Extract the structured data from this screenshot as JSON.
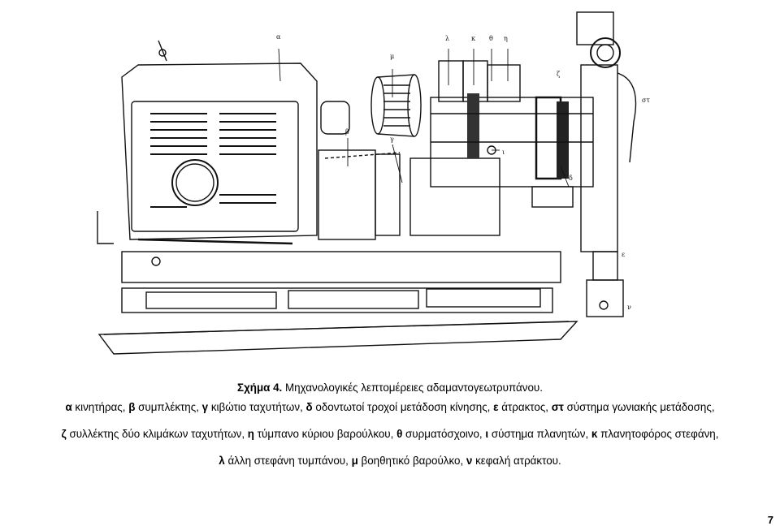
{
  "figure": {
    "callouts": {
      "a": "α",
      "b": "β",
      "g": "γ",
      "d": "δ",
      "e": "ε",
      "st": "στ",
      "z": "ζ",
      "h": "η",
      "th": "θ",
      "i": "ι",
      "k": "κ",
      "l": "λ",
      "m": "μ",
      "n": "ν"
    }
  },
  "caption": {
    "title_bold": "Σχήμα 4.",
    "title_rest": " Μηχανολογικές λεπτομέρειες αδαμαντογεωτρυπάνου.",
    "lines": [
      [
        {
          "k": "α",
          "t": " κινητήρας, "
        },
        {
          "k": "β",
          "t": " συμπλέκτης, "
        },
        {
          "k": "γ",
          "t": " κιβώτιο ταχυτήτων, "
        },
        {
          "k": "δ",
          "t": " οδοντωτοί τροχοί μετάδοση κίνησης, "
        },
        {
          "k": "ε",
          "t": " άτρακτος, "
        },
        {
          "k": "στ",
          "t": " σύστημα γωνιακής μετάδοσης,"
        }
      ],
      [
        {
          "k": "ζ",
          "t": " συλλέκτης δύο κλιμάκων ταχυτήτων, "
        },
        {
          "k": "η",
          "t": " τύμπανο κύριου βαρούλκου, "
        },
        {
          "k": "θ",
          "t": " συρματόσχοινο, "
        },
        {
          "k": "ι",
          "t": " σύστημα πλανητών, "
        },
        {
          "k": "κ",
          "t": " πλανητοφόρος στεφάνη,"
        }
      ],
      [
        {
          "k": "λ",
          "t": " άλλη στεφάνη τυμπάνου, "
        },
        {
          "k": "μ",
          "t": " βοηθητικό βαρούλκο, "
        },
        {
          "k": "ν",
          "t": " κεφαλή ατράκτου."
        }
      ]
    ]
  },
  "page_number": "7"
}
